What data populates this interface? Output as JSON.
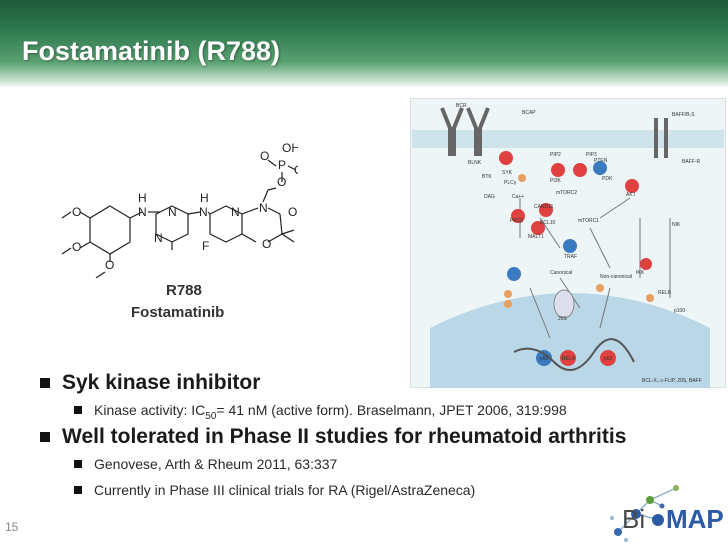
{
  "title": "Fostamatinib (R788)",
  "structure": {
    "atoms": {
      "oh1": "OH",
      "o_dbl": "O",
      "p": "P",
      "oh2": "OH",
      "o_link": "O",
      "h1": "H",
      "h2": "H",
      "n1": "N",
      "n2": "N",
      "n3": "N",
      "n4": "N",
      "n5": "N",
      "o_ketone": "O",
      "n_low": "N",
      "f": "F",
      "o_ring": "O",
      "o_me1": "O",
      "o_me2": "O",
      "o_me3": "O"
    },
    "caption_code": "R788",
    "caption_name": "Fostamatinib"
  },
  "pathway": {
    "labels": {
      "bcr": "BCR",
      "baff": "BAFF/B₇S",
      "baffr": "BAFF-R",
      "bcap": "BCAP",
      "syk": "SYK",
      "blnk": "BLNK",
      "btk": "BTK",
      "plcg": "PLCγ",
      "pi3k": "PI3K",
      "pip2": "PIP2",
      "pip3": "PIP3",
      "pten": "PTEN",
      "pdk": "PDK",
      "akt": "AKT",
      "mtorc2": "mTORC2",
      "dag": "DAG",
      "ca": "Ca++",
      "pkc": "PKCβ",
      "card11": "CARD11",
      "malt1": "MALT1",
      "bcl10": "BCL10",
      "mtorc1": "mTORC1",
      "traf": "TRAF",
      "nik": "NIK",
      "ikk": "IKK",
      "canonical": "Canonical",
      "noncanonical": "Non-canonical",
      "relb": "RELB",
      "p100": "p100",
      "p52": "p52",
      "rela": "RELA",
      "p50": "p50",
      "proteasome": "20S",
      "targets": "BCL-Xₗ, c-FLIP, 20S, BAFF"
    }
  },
  "bullets": [
    {
      "level": 1,
      "text": "Syk kinase inhibitor"
    },
    {
      "level": 2,
      "prefix": "Kinase activity:  IC",
      "sub": "50",
      "suffix": "= 41 nM (active form). Braselmann, JPET 2006, 319:998"
    },
    {
      "level": 1,
      "text": "Well tolerated in Phase II studies for rheumatoid arthritis"
    },
    {
      "level": 2,
      "text": "Genovese, Arth & Rheum 2011, 63:337"
    },
    {
      "level": 2,
      "text": "Currently in Phase III clinical trials for RA (Rigel/AstraZeneca)"
    }
  ],
  "slide_number": "15",
  "logo": {
    "part1": "Bi",
    "part2": "MAP"
  },
  "colors": {
    "title_green": "#2f7a50",
    "logo_blue": "#2b5aa6",
    "logo_green": "#5a9e3a",
    "kinase_red": "#e04040"
  }
}
